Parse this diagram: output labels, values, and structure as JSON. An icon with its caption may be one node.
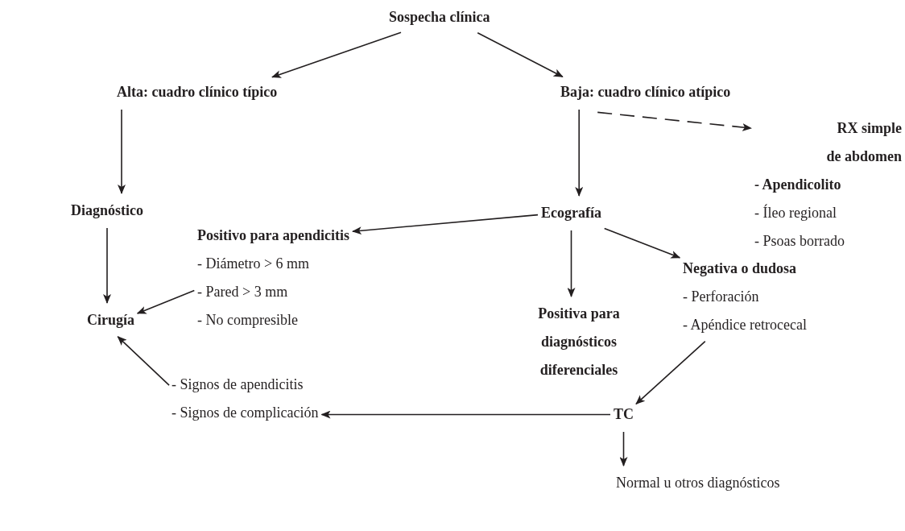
{
  "diagram": {
    "nodes": [
      {
        "text": [
          "Sospecha clínica"
        ]
      },
      {
        "text": [
          "Alta: cuadro clínico típico"
        ]
      },
      {
        "text": [
          "Baja: cuadro clínico atípico"
        ]
      },
      {
        "text": [
          "RX simple de abdomen",
          "**- Apendicolito**",
          "- Íleo regional",
          "- Psoas borrado"
        ]
      },
      {
        "text": [
          "Diagnóstico"
        ]
      },
      {
        "text": [
          "Ecografía"
        ]
      },
      {
        "text": [
          "Positivo para apendicitis",
          "- Diámetro > 6 mm",
          "- Pared > 3 mm",
          "- No compresible"
        ]
      },
      {
        "text": [
          "Negativa o dudosa",
          "- Perforación",
          "- Apéndice retrocecal"
        ]
      },
      {
        "text": [
          "Cirugía"
        ]
      },
      {
        "text": [
          "Positiva para diagnósticos diferenciales"
        ]
      },
      {
        "text": [
          "- Signos de apendicitis",
          "- Signos de complicación"
        ]
      },
      {
        "text": [
          "TC"
        ]
      },
      {
        "text": [
          "Normal u otros diagnósticos"
        ]
      }
    ],
    "edges": [
      {
        "from": 0,
        "to": 1,
        "arrow": "to"
      },
      {
        "from": 0,
        "to": 2,
        "arrow": "to"
      },
      {
        "from": 1,
        "to": 4,
        "arrow": "to"
      },
      {
        "from": 2,
        "to": 5,
        "arrow": "to"
      },
      {
        "from": 2,
        "to": 3,
        "arrow": "to",
        "style": "dashed"
      },
      {
        "from": 5,
        "to": 6,
        "arrow": "to"
      },
      {
        "from": 5,
        "to": 9,
        "arrow": "to"
      },
      {
        "from": 5,
        "to": 7,
        "arrow": "to"
      },
      {
        "from": 4,
        "to": 8,
        "arrow": "to"
      },
      {
        "from": 6,
        "to": 8,
        "arrow": "to"
      },
      {
        "from": 10,
        "to": 8,
        "arrow": "to"
      },
      {
        "from": 7,
        "to": 11,
        "arrow": "to"
      },
      {
        "from": 11,
        "to": 10,
        "arrow": "to"
      },
      {
        "from": 11,
        "to": 12,
        "arrow": "to"
      }
    ]
  }
}
